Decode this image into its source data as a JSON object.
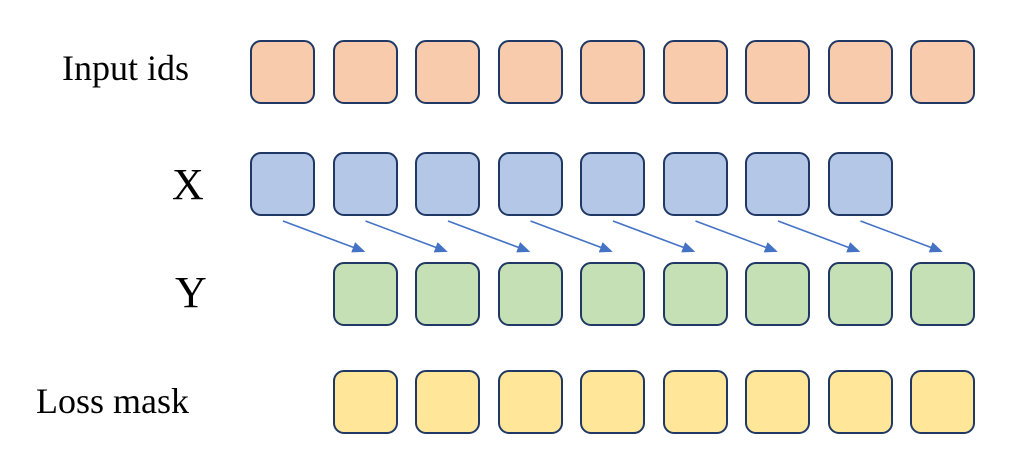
{
  "diagram": {
    "rows": [
      {
        "id": "input-ids",
        "label": "Input ids",
        "box_count": 9,
        "fill": "#F8CBAD",
        "start_col": 0
      },
      {
        "id": "x",
        "label": "X",
        "box_count": 8,
        "fill": "#B4C7E7",
        "start_col": 0
      },
      {
        "id": "y",
        "label": "Y",
        "box_count": 8,
        "fill": "#C5E0B4",
        "start_col": 1
      },
      {
        "id": "loss-mask",
        "label": "Loss mask",
        "box_count": 8,
        "fill": "#FFE699",
        "start_col": 1
      }
    ],
    "arrows": {
      "count": 8,
      "color": "#4472C4",
      "from_row": "X",
      "to_row": "Y",
      "meaning": "each X token points to the next-position Y token (shift by one)"
    },
    "box_border_color": "#1F3864"
  }
}
